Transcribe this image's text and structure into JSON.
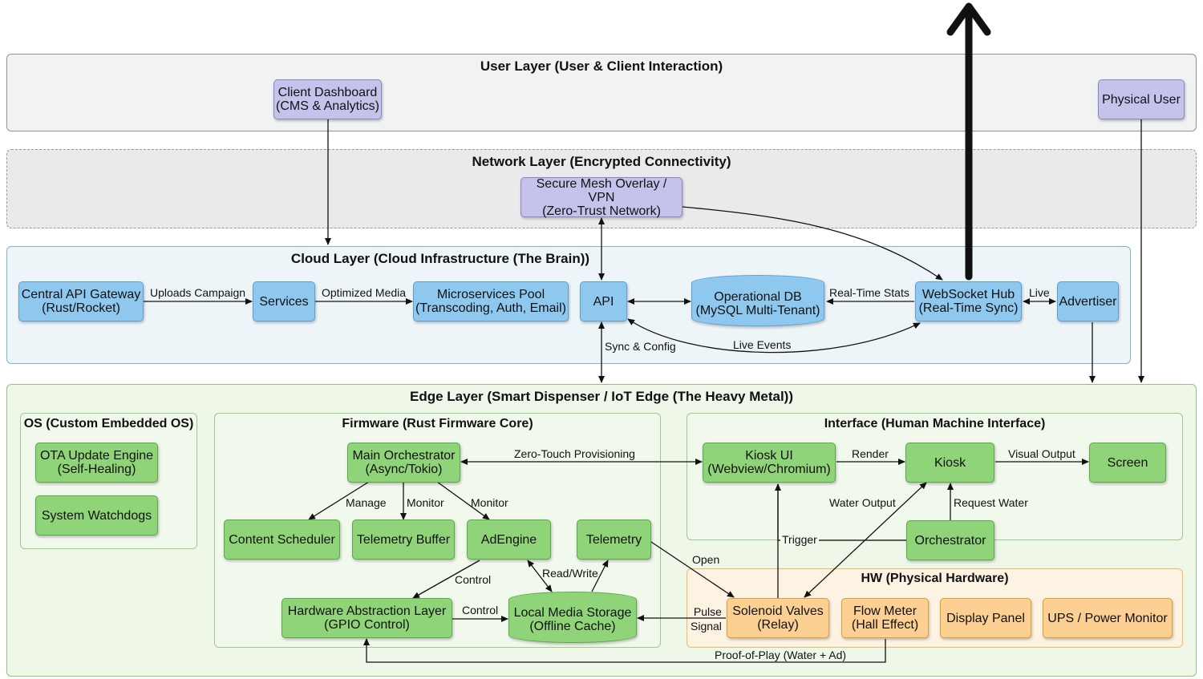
{
  "layers": {
    "user": "User Layer (User & Client Interaction)",
    "network": "Network Layer (Encrypted Connectivity)",
    "cloud": "Cloud Layer (Cloud Infrastructure (The Brain))",
    "edge": "Edge Layer (Smart Dispenser / IoT Edge (The Heavy Metal))"
  },
  "subgroups": {
    "os": "OS (Custom Embedded OS)",
    "firmware": "Firmware (Rust Firmware Core)",
    "interface": "Interface (Human Machine Interface)",
    "hw": "HW (Physical Hardware)"
  },
  "nodes": {
    "client_dashboard": "Client Dashboard\n(CMS & Analytics)",
    "physical_user": "Physical User",
    "mesh_vpn": "Secure Mesh Overlay / VPN\n(Zero-Trust Network)",
    "api_gateway": "Central API Gateway\n(Rust/Rocket)",
    "services": "Services",
    "microservices": "Microservices Pool\n(Transcoding, Auth, Email)",
    "api": "API",
    "operational_db": "Operational DB\n(MySQL Multi-Tenant)",
    "websocket_hub": "WebSocket Hub\n(Real-Time Sync)",
    "advertiser": "Advertiser",
    "ota": "OTA Update Engine\n(Self-Healing)",
    "watchdogs": "System Watchdogs",
    "main_orchestrator": "Main Orchestrator\n(Async/Tokio)",
    "content_scheduler": "Content Scheduler",
    "telemetry_buffer": "Telemetry Buffer",
    "adengine": "AdEngine",
    "telemetry": "Telemetry",
    "hal": "Hardware Abstraction Layer\n(GPIO Control)",
    "local_storage": "Local Media Storage\n(Offline Cache)",
    "kiosk_ui": "Kiosk UI\n(Webview/Chromium)",
    "kiosk": "Kiosk",
    "screen": "Screen",
    "orchestrator": "Orchestrator",
    "solenoid": "Solenoid Valves\n(Relay)",
    "flow_meter": "Flow Meter\n(Hall Effect)",
    "display_panel": "Display Panel",
    "ups": "UPS / Power Monitor"
  },
  "edges": {
    "uploads_campaign": "Uploads Campaign",
    "optimized_media": "Optimized Media",
    "realtime_stats": "Real-Time Stats",
    "live": "Live",
    "sync_config": "Sync & Config",
    "live_events": "Live Events",
    "zero_touch": "Zero-Touch Provisioning",
    "manage": "Manage",
    "monitor_1": "Monitor",
    "monitor_2": "Monitor",
    "control_1": "Control",
    "control_2": "Control",
    "read_write": "Read/Write",
    "render": "Render",
    "visual_output": "Visual Output",
    "water_output": "Water Output",
    "request_water": "Request Water",
    "trigger": "Trigger",
    "open": "Open",
    "pulse_signal": "Pulse\nSignal",
    "proof_of_play": "Proof-of-Play (Water + Ad)"
  },
  "colors": {
    "user_node": "#c5c3ec",
    "cloud_node": "#8ec8ee",
    "edge_node": "#90d47a",
    "hw_node": "#fcd092"
  }
}
